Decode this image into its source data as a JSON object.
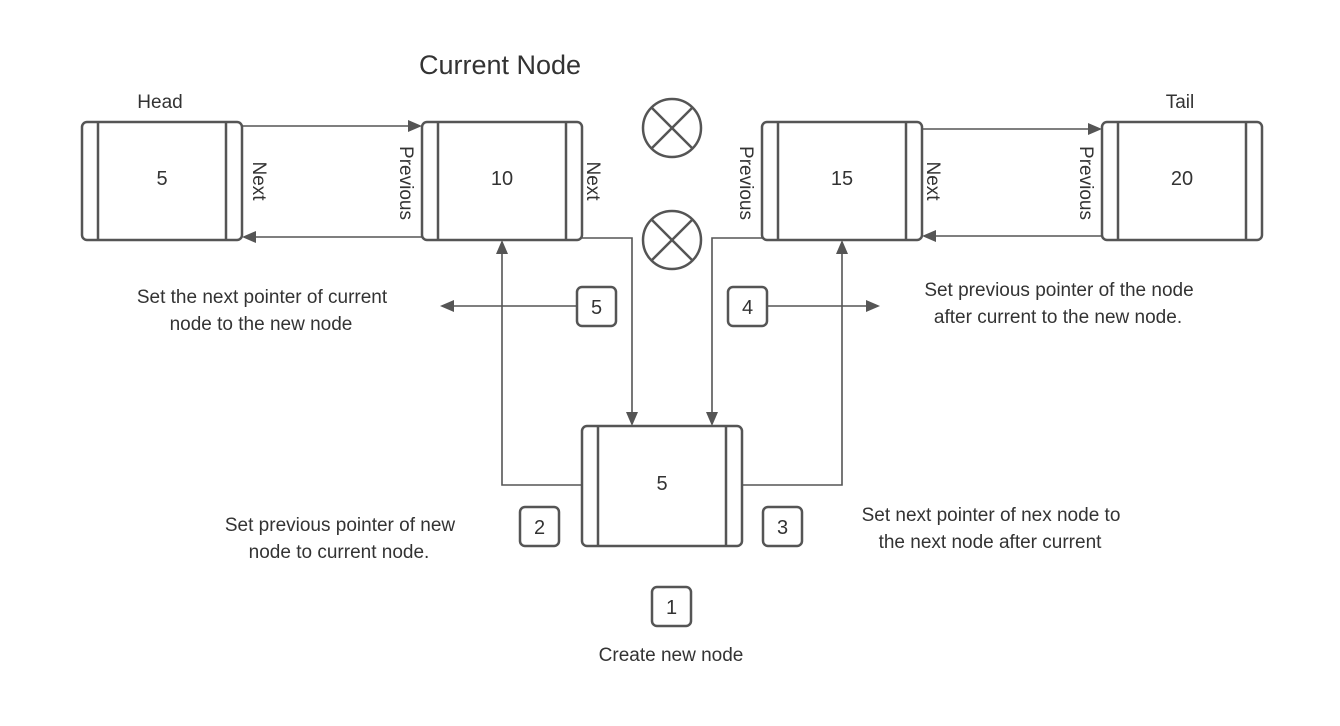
{
  "title": "Current Node",
  "head_label": "Head",
  "tail_label": "Tail",
  "nodes": [
    {
      "id": "head",
      "value": "5"
    },
    {
      "id": "current",
      "value": "10"
    },
    {
      "id": "after-current",
      "value": "15"
    },
    {
      "id": "tail",
      "value": "20"
    },
    {
      "id": "new",
      "value": "5"
    }
  ],
  "pointer_labels": {
    "head_next": "Next",
    "current_previous": "Previous",
    "current_next": "Next",
    "after_previous": "Previous",
    "after_next": "Next",
    "tail_previous": "Previous"
  },
  "steps": [
    {
      "number": "1",
      "text_lines": [
        "Create new node"
      ]
    },
    {
      "number": "2",
      "text_lines": [
        "Set previous pointer of new",
        "node to current node."
      ]
    },
    {
      "number": "3",
      "text_lines": [
        "Set next pointer of nex node to",
        "the next node after current"
      ]
    },
    {
      "number": "4",
      "text_lines": [
        "Set previous pointer of the node",
        "after current to the new node."
      ]
    },
    {
      "number": "5",
      "text_lines": [
        "Set  the next pointer of current",
        "node to the new node"
      ]
    }
  ],
  "colors": {
    "stroke": "#555555",
    "text": "#333333"
  }
}
